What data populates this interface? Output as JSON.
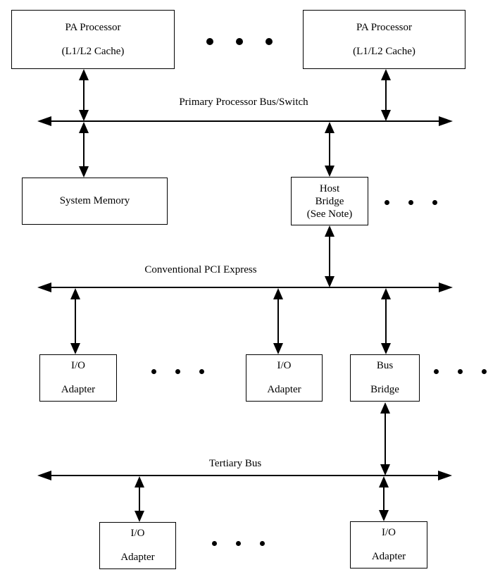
{
  "colors": {
    "line": "#000000",
    "background": "#ffffff",
    "text": "#000000"
  },
  "boxes": {
    "pa_processor_1": {
      "lines": [
        "PA Processor",
        "(L1/L2 Cache)"
      ]
    },
    "pa_processor_2": {
      "lines": [
        "PA Processor",
        "(L1/L2 Cache)"
      ]
    },
    "system_memory": {
      "lines": [
        "System Memory"
      ]
    },
    "host_bridge": {
      "lines": [
        "Host",
        "Bridge",
        "(See Note)"
      ]
    },
    "io_adapter_1": {
      "lines": [
        "I/O",
        "Adapter"
      ]
    },
    "io_adapter_2": {
      "lines": [
        "I/O",
        "Adapter"
      ]
    },
    "bus_bridge": {
      "lines": [
        "Bus",
        "Bridge"
      ]
    },
    "io_adapter_3": {
      "lines": [
        "I/O",
        "Adapter"
      ]
    },
    "io_adapter_4": {
      "lines": [
        "I/O",
        "Adapter"
      ]
    }
  },
  "buses": {
    "primary": {
      "label": "Primary Processor Bus/Switch"
    },
    "pci_express": {
      "label": "Conventional PCI Express"
    },
    "tertiary": {
      "label": "Tertiary Bus"
    }
  }
}
